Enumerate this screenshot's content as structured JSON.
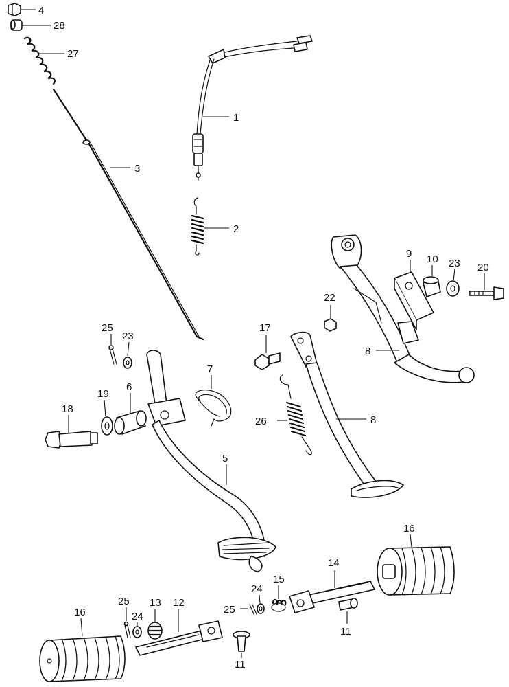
{
  "callouts": {
    "c4": "4",
    "c28": "28",
    "c27": "27",
    "c1": "1",
    "c3": "3",
    "c2": "2",
    "c9": "9",
    "c10": "10",
    "c23a": "23",
    "c20": "20",
    "c22": "22",
    "c25a": "25",
    "c23b": "23",
    "c17": "17",
    "c8a": "8",
    "c7": "7",
    "c18": "18",
    "c19": "19",
    "c6": "6",
    "c26": "26",
    "c8b": "8",
    "c5": "5",
    "c16a": "16",
    "c14": "14",
    "c24a": "24",
    "c15": "15",
    "c25b": "25",
    "c11a": "11",
    "c16b": "16",
    "c25c": "25",
    "c13": "13",
    "c12": "12",
    "c24b": "24",
    "c11b": "11"
  }
}
